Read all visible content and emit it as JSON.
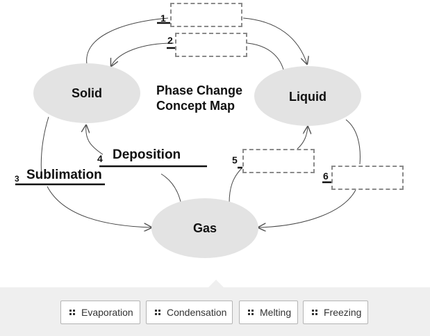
{
  "diagram": {
    "title_line1": "Phase Change",
    "title_line2": "Concept Map",
    "nodes": {
      "solid": "Solid",
      "liquid": "Liquid",
      "gas": "Gas"
    },
    "blanks": [
      {
        "number": "1",
        "value": ""
      },
      {
        "number": "2",
        "value": ""
      },
      {
        "number": "3",
        "value": "Sublimation"
      },
      {
        "number": "4",
        "value": "Deposition"
      },
      {
        "number": "5",
        "value": ""
      },
      {
        "number": "6",
        "value": ""
      }
    ]
  },
  "answer_bank": {
    "items": [
      {
        "label": "Evaporation",
        "icon": "drag-handle-icon"
      },
      {
        "label": "Condensation",
        "icon": "drag-handle-icon"
      },
      {
        "label": "Melting",
        "icon": "drag-handle-icon"
      },
      {
        "label": "Freezing",
        "icon": "drag-handle-icon"
      }
    ]
  }
}
